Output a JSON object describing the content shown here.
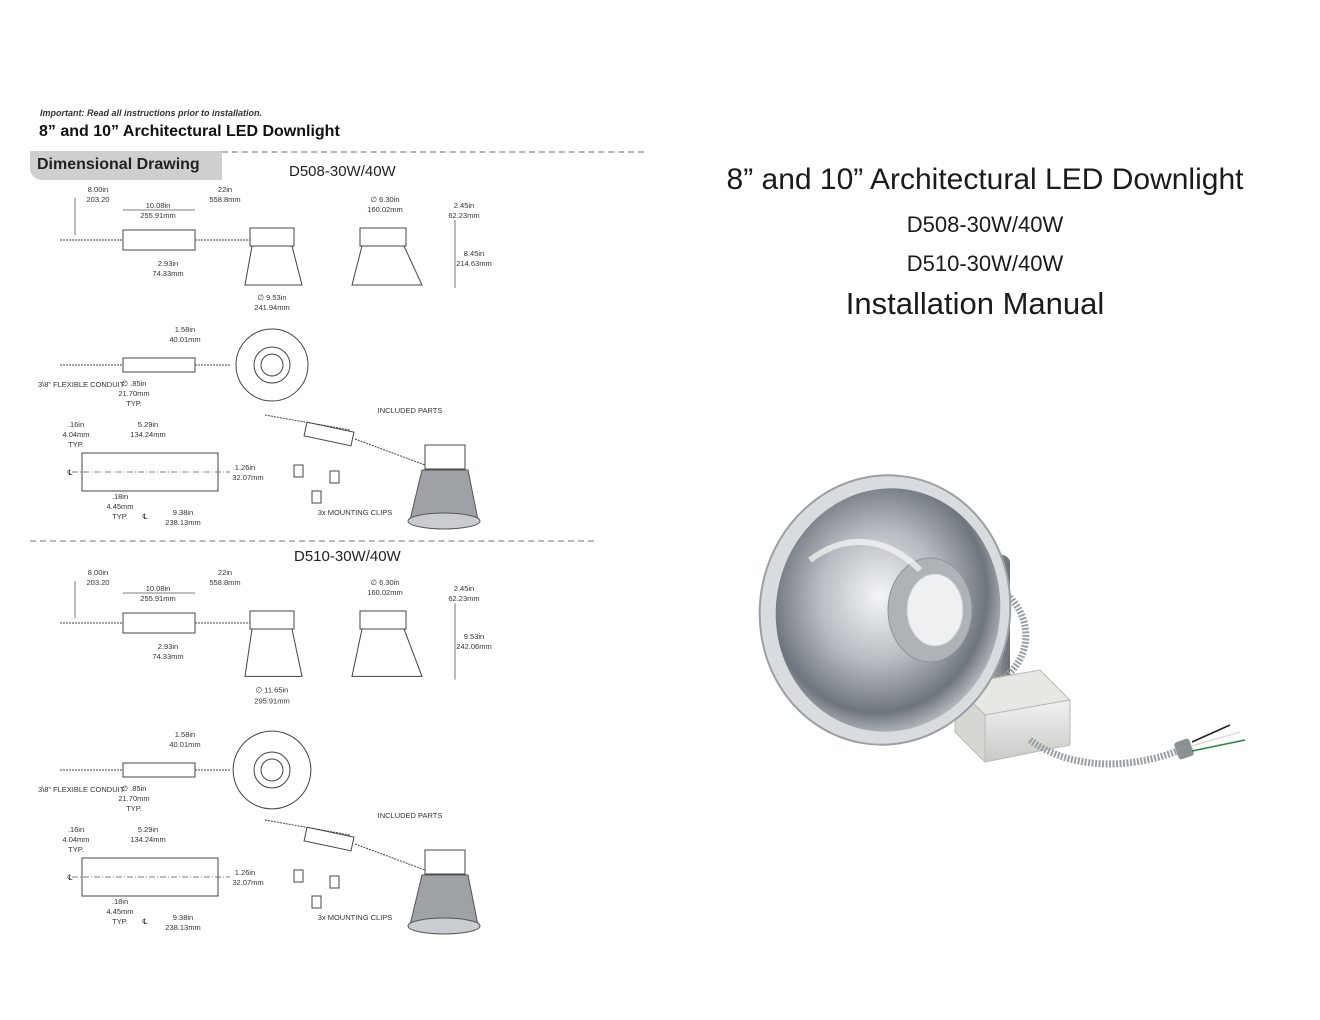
{
  "header": {
    "notice": "Important: Read all instructions prior to installation.",
    "title": "8” and 10” Architectural LED Downlight",
    "section_tab": "Dimensional Drawing"
  },
  "drawings": [
    {
      "model": "D508-30W/40W",
      "labels": {
        "overall_in": "8.00in",
        "overall_mm": "203.20",
        "driver_in": "10.08in",
        "driver_mm": "255.91mm",
        "cord_in": "22in",
        "cord_mm": "558.8mm",
        "lead_in": "2.93in",
        "lead_mm": "74.33mm",
        "reflector_in": "∅ 9.53in",
        "reflector_mm": "241.94mm",
        "heatsink_in": "∅ 6.30in",
        "heatsink_mm": "160.02mm",
        "hs_height_in": "2.45in",
        "hs_height_mm": "62.23mm",
        "total_height_in": "8.45in",
        "total_height_mm": "214.63mm",
        "box_h_in": "1.58in",
        "box_h_mm": "40.01mm",
        "conduit": "3\\8” FLEXIBLE CONDUIT",
        "ko_in": "∅ .85in",
        "ko_mm": "21.70mm",
        "typ": "TYP.",
        "included": "INCLUDED PARTS",
        "edge_in": ".16in",
        "edge_mm": "4.04mm",
        "span_in": "5.29in",
        "span_mm": "134.24mm",
        "width_in": "1.26in",
        "width_mm": "32.07mm",
        "hole_in": ".18in",
        "hole_mm": "4.45mm",
        "len_in": "9.38in",
        "len_mm": "238.13mm",
        "clips": "3x MOUNTING CLIPS",
        "cl": "℄"
      }
    },
    {
      "model": "D510-30W/40W",
      "labels": {
        "overall_in": "8.00in",
        "overall_mm": "203.20",
        "driver_in": "10.08in",
        "driver_mm": "255.91mm",
        "cord_in": "22in",
        "cord_mm": "558.8mm",
        "lead_in": "2.93in",
        "lead_mm": "74.33mm",
        "reflector_in": "∅ 11.65in",
        "reflector_mm": "295.91mm",
        "heatsink_in": "∅ 6.30in",
        "heatsink_mm": "160.02mm",
        "hs_height_in": "2.45in",
        "hs_height_mm": "62.23mm",
        "total_height_in": "9.53in",
        "total_height_mm": "242.06mm",
        "box_h_in": "1.58in",
        "box_h_mm": "40.01mm",
        "conduit": "3\\8” FLEXIBLE CONDUIT",
        "ko_in": "∅ .85in",
        "ko_mm": "21.70mm",
        "typ": "TYP.",
        "included": "INCLUDED PARTS",
        "edge_in": ".16in",
        "edge_mm": "4.04mm",
        "span_in": "5.29in",
        "span_mm": "134.24mm",
        "width_in": "1.26in",
        "width_mm": "32.07mm",
        "hole_in": ".18in",
        "hole_mm": "4.45mm",
        "len_in": "9.38in",
        "len_mm": "238.13mm",
        "clips": "3x MOUNTING CLIPS",
        "cl": "℄"
      }
    }
  ],
  "cover": {
    "title": "8” and 10” Architectural LED Downlight",
    "model_1": "D508-30W/40W",
    "model_2": "D510-30W/40W",
    "manual": "Installation Manual"
  }
}
